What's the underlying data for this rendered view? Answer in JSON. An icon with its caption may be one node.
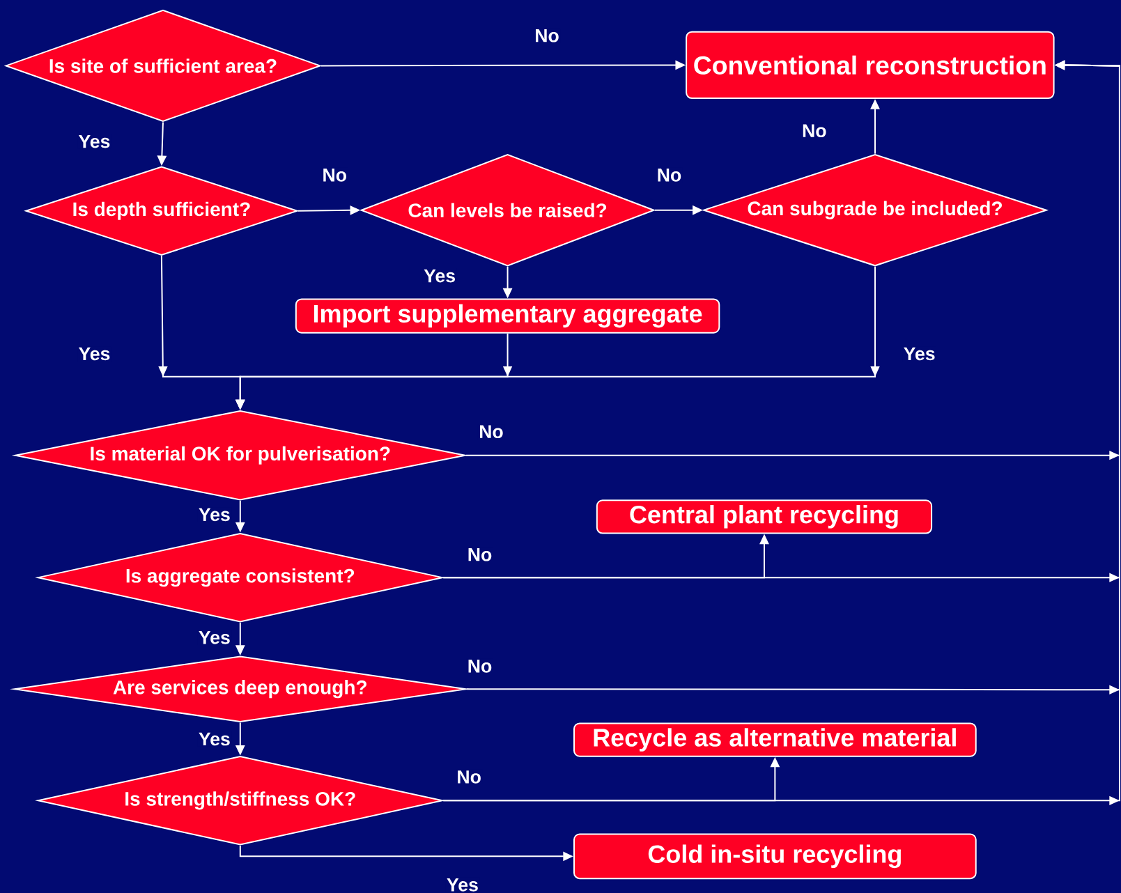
{
  "diagram": {
    "nodes": [
      {
        "text": [
          "Is site of sufficient area?"
        ]
      },
      {
        "text": [
          "Conventional reconstruction"
        ]
      },
      {
        "text": [
          "Is depth sufficient?"
        ]
      },
      {
        "text": [
          "Can levels be raised?"
        ]
      },
      {
        "text": [
          "Can subgrade be included?"
        ]
      },
      {
        "text": [
          "Import supplementary aggregate"
        ]
      },
      {
        "text": [
          "Is material OK for pulverisation?"
        ]
      },
      {
        "text": [
          "Central plant recycling"
        ]
      },
      {
        "text": [
          "Is aggregate consistent?"
        ]
      },
      {
        "text": [
          "Are services deep enough?"
        ]
      },
      {
        "text": [
          "Recycle as alternative material"
        ]
      },
      {
        "text": [
          "Is strength/stiffness OK?"
        ]
      },
      {
        "text": [
          "Cold in-situ recycling"
        ]
      }
    ],
    "edges": [
      {
        "from": 0,
        "to": 1,
        "arrow": "to",
        "label": "No"
      },
      {
        "from": 0,
        "to": 2,
        "arrow": "to",
        "label": "Yes"
      },
      {
        "from": 2,
        "to": 3,
        "arrow": "to",
        "label": "No"
      },
      {
        "from": 3,
        "to": 4,
        "arrow": "to",
        "label": "No"
      },
      {
        "from": 4,
        "to": 1,
        "arrow": "to",
        "label": "No"
      },
      {
        "from": 3,
        "to": 5,
        "arrow": "to",
        "label": "Yes"
      },
      {
        "from": 2,
        "to": 6,
        "arrow": "to",
        "label": "Yes"
      },
      {
        "from": 5,
        "to": 6,
        "arrow": "to"
      },
      {
        "from": 4,
        "to": 6,
        "arrow": "to",
        "label": "Yes"
      },
      {
        "from": 6,
        "to": 1,
        "arrow": "to",
        "label": "No"
      },
      {
        "from": 6,
        "to": 8,
        "arrow": "to",
        "label": "Yes"
      },
      {
        "from": 8,
        "to": 7,
        "arrow": "to"
      },
      {
        "from": 8,
        "to": 1,
        "arrow": "to",
        "label": "No"
      },
      {
        "from": 8,
        "to": 9,
        "arrow": "to",
        "label": "Yes"
      },
      {
        "from": 9,
        "to": 1,
        "arrow": "to",
        "label": "No"
      },
      {
        "from": 9,
        "to": 11,
        "arrow": "to",
        "label": "Yes"
      },
      {
        "from": 11,
        "to": 10,
        "arrow": "to"
      },
      {
        "from": 11,
        "to": 1,
        "arrow": "to",
        "label": "No"
      },
      {
        "from": 11,
        "to": 12,
        "arrow": "to",
        "label": "Yes"
      }
    ]
  }
}
